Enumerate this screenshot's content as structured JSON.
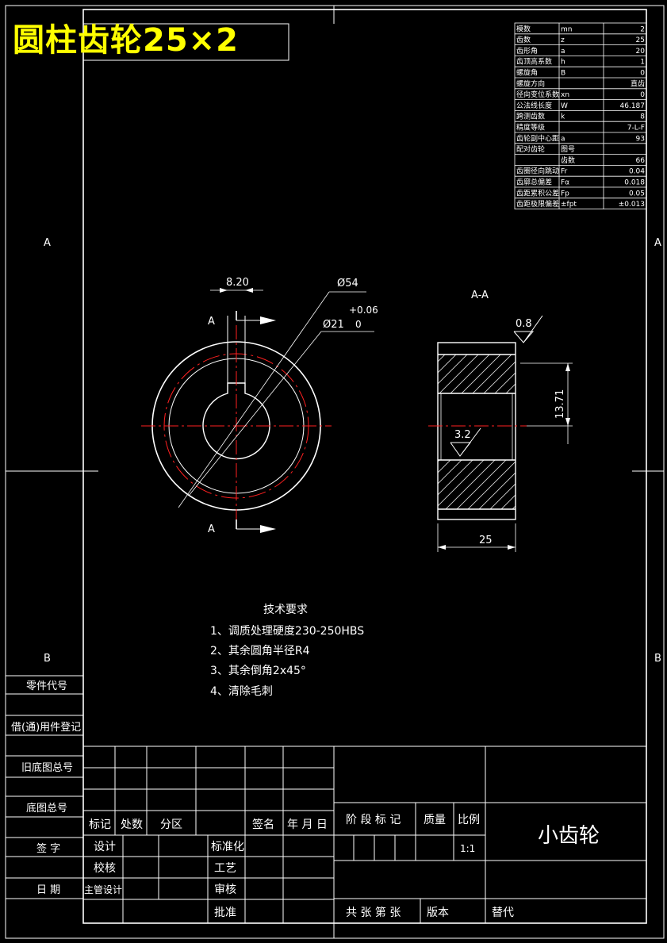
{
  "title": "圆柱齿轮25×2",
  "params": [
    {
      "name": "模数",
      "sym": "mn",
      "val": "2"
    },
    {
      "name": "齿数",
      "sym": "z",
      "val": "25"
    },
    {
      "name": "齿形角",
      "sym": "a",
      "val": "20"
    },
    {
      "name": "齿顶高系数",
      "sym": "h",
      "val": "1"
    },
    {
      "name": "螺旋角",
      "sym": "B",
      "val": "0"
    },
    {
      "name": "螺旋方向",
      "sym": "",
      "val": "直齿"
    },
    {
      "name": "径向变位系数",
      "sym": "xn",
      "val": "0"
    },
    {
      "name": "公法线长度",
      "sym": "W",
      "val": "46.187"
    },
    {
      "name": "跨测齿数",
      "sym": "k",
      "val": "8"
    },
    {
      "name": "精度等级",
      "sym": "",
      "val": "7-L-F"
    },
    {
      "name": "齿轮副中心距",
      "sym": "a",
      "val": "93"
    },
    {
      "name": "配对齿轮",
      "sym": "图号",
      "val": ""
    },
    {
      "name": "",
      "sym": "齿数",
      "val": "66"
    },
    {
      "name": "齿圈径向跳动",
      "sym": "Fr",
      "val": "0.04"
    },
    {
      "name": "齿廓总偏差",
      "sym": "Fα",
      "val": "0.018"
    },
    {
      "name": "齿距累积公差",
      "sym": "Fp",
      "val": "0.05"
    },
    {
      "name": "齿距极限偏差",
      "sym": "±fpt",
      "val": "±0.013"
    }
  ],
  "zones": {
    "a": "A",
    "b": "B"
  },
  "dims": {
    "keyway": "8.20",
    "outer_dia": "Ø54",
    "bore_dia": "Ø21",
    "bore_tol_upper": "+0.06",
    "bore_tol_lower": "0",
    "section_mark": "A",
    "section_title": "A-A",
    "rough1": "0.8",
    "rough2": "3.2",
    "keyway_depth": "13.71",
    "width": "25"
  },
  "tech": {
    "title": "技术要求",
    "items": [
      "1、调质处理硬度230-250HBS",
      "2、其余圆角半径R4",
      "3、其余倒角2x45°",
      "4、清除毛刺"
    ]
  },
  "left_strip": [
    "零件代号",
    "借(通)用件登记",
    "旧底图总号",
    "底图总号",
    "签 字",
    "日 期"
  ],
  "title_block": {
    "mark": "标记",
    "count": "处数",
    "zone": "分区",
    "sign": "签名",
    "date": "年 月 日",
    "design": "设计",
    "check": "校核",
    "chief": "主管设计",
    "standard": "标准化",
    "process": "工艺",
    "review": "审核",
    "approve": "批准",
    "stage": "阶 段 标 记",
    "mass": "质量",
    "scale_label": "比例",
    "scale": "1:1",
    "part_name": "小齿轮",
    "sheets": "共 张 第 张",
    "version": "版本",
    "replace": "替代"
  }
}
